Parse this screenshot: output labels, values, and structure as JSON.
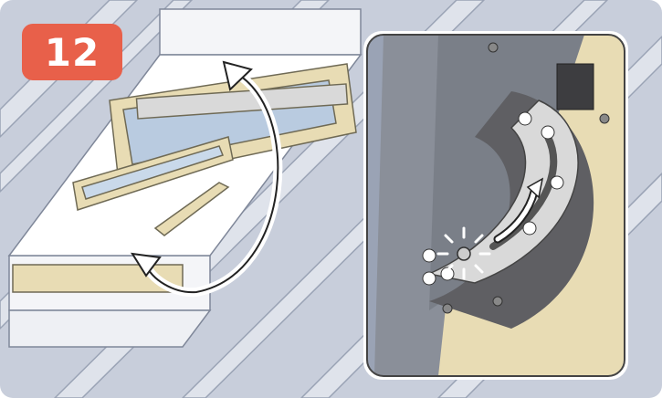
{
  "step": {
    "number": "12"
  },
  "colors": {
    "badge": "#e8604a",
    "background": "#c8cedb",
    "wall": "#e6e8ee",
    "wood": "#e8dcb4",
    "glass": "#b9cbe0",
    "bracket": "#6b6b6b",
    "metal": "#d9d9d9"
  },
  "illustration": {
    "main": "roof-window-rotated-sash",
    "inset": "hinge-bracket-detail",
    "icons": [
      "rotation-arrow-icon",
      "slide-arrow-icon",
      "sparkle-icon"
    ]
  }
}
